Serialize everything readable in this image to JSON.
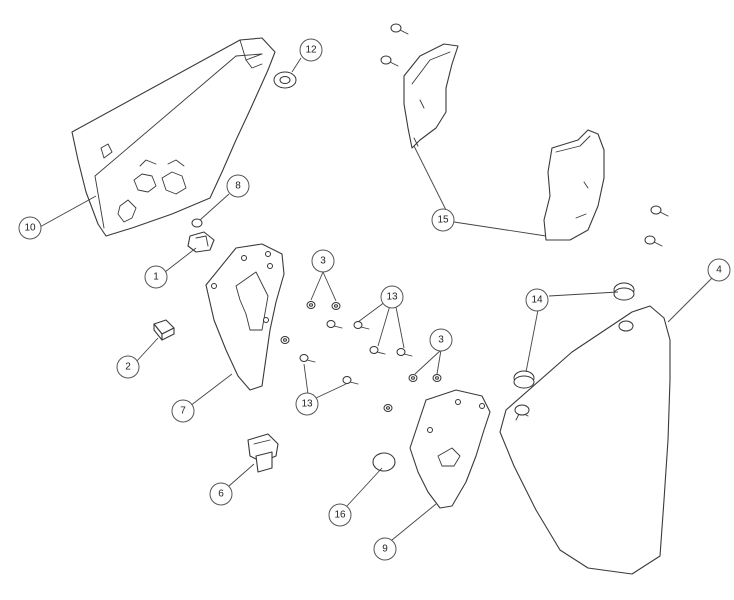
{
  "callouts": [
    {
      "id": "c1",
      "label": "1"
    },
    {
      "id": "c2",
      "label": "2"
    },
    {
      "id": "c3a",
      "label": "3"
    },
    {
      "id": "c3b",
      "label": "3"
    },
    {
      "id": "c4",
      "label": "4"
    },
    {
      "id": "c6",
      "label": "6"
    },
    {
      "id": "c7",
      "label": "7"
    },
    {
      "id": "c8",
      "label": "8"
    },
    {
      "id": "c9",
      "label": "9"
    },
    {
      "id": "c10",
      "label": "10"
    },
    {
      "id": "c12",
      "label": "12"
    },
    {
      "id": "c13a",
      "label": "13"
    },
    {
      "id": "c13b",
      "label": "13"
    },
    {
      "id": "c14",
      "label": "14"
    },
    {
      "id": "c15",
      "label": "15"
    },
    {
      "id": "c16",
      "label": "16"
    }
  ],
  "colors": {
    "line": "#3a3a3a",
    "background": "#ffffff"
  }
}
